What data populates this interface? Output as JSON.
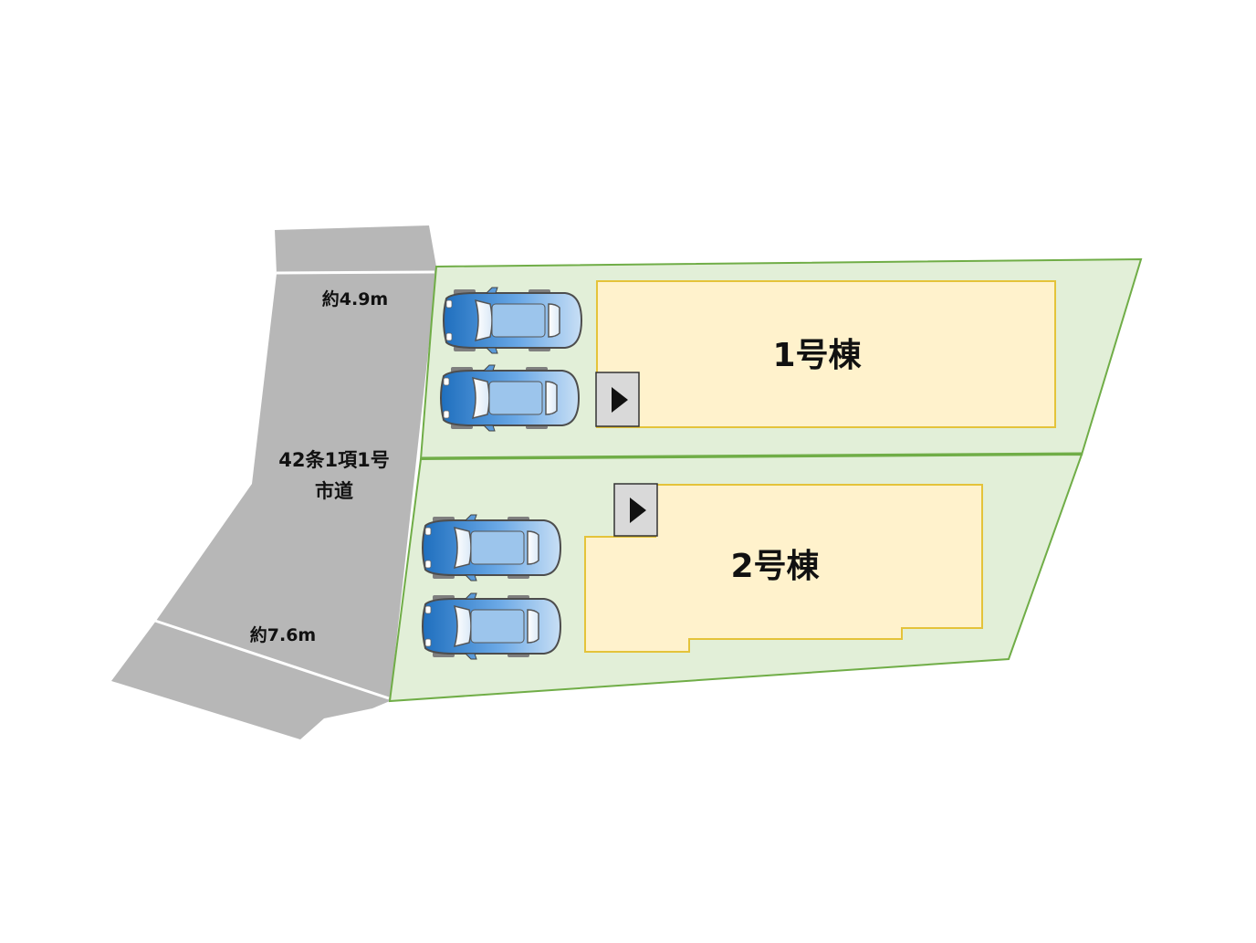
{
  "road": {
    "classification": "42条1項1号",
    "type": "市道",
    "width_top": "約4.9m",
    "width_bottom": "約7.6m"
  },
  "lots": [
    {
      "name": "1号棟",
      "parking_spaces": 2,
      "entrance": "entrance-arrow"
    },
    {
      "name": "2号棟",
      "parking_spaces": 2,
      "entrance": "entrance-arrow"
    }
  ],
  "colors": {
    "road": "#b7b7b7",
    "lot": "#e2efd8",
    "lot_border": "#70ad47",
    "building": "#fff2cc",
    "building_border": "#e4c33a",
    "car": "#4a8fd6",
    "entrance_box": "#d9d9d9"
  }
}
